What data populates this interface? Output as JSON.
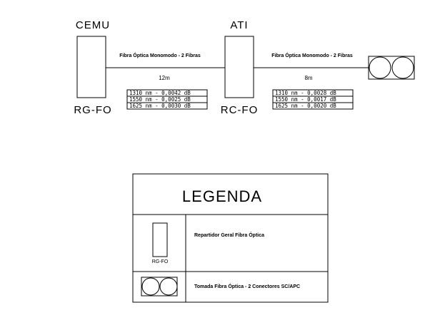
{
  "nodes": {
    "cemu_title": "CEMU",
    "cemu_code": "RG-FO",
    "ati_title": "ATI",
    "ati_code": "RC-FO"
  },
  "links": [
    {
      "label": "Fibra Óptica Monomodo - 2 Fibras",
      "length": "12m",
      "losses": [
        "1310 nm - 0,0042 dB",
        "1550 nm - 0,0025 dB",
        "1625 nm - 0,0030 dB"
      ]
    },
    {
      "label": "Fibra Óptica Monomodo - 2 Fibras",
      "length": "8m",
      "losses": [
        "1310 nm - 0,0028 dB",
        "1550 nm - 0,0017 dB",
        "1625 nm - 0,0020 dB"
      ]
    }
  ],
  "legend": {
    "title": "LEGENDA",
    "items": [
      {
        "code": "RG-FO",
        "description": "Repartidor Geral Fibra Óptica"
      },
      {
        "description": "Tomada Fibra Óptica - 2 Conectores SC/APC"
      }
    ]
  }
}
